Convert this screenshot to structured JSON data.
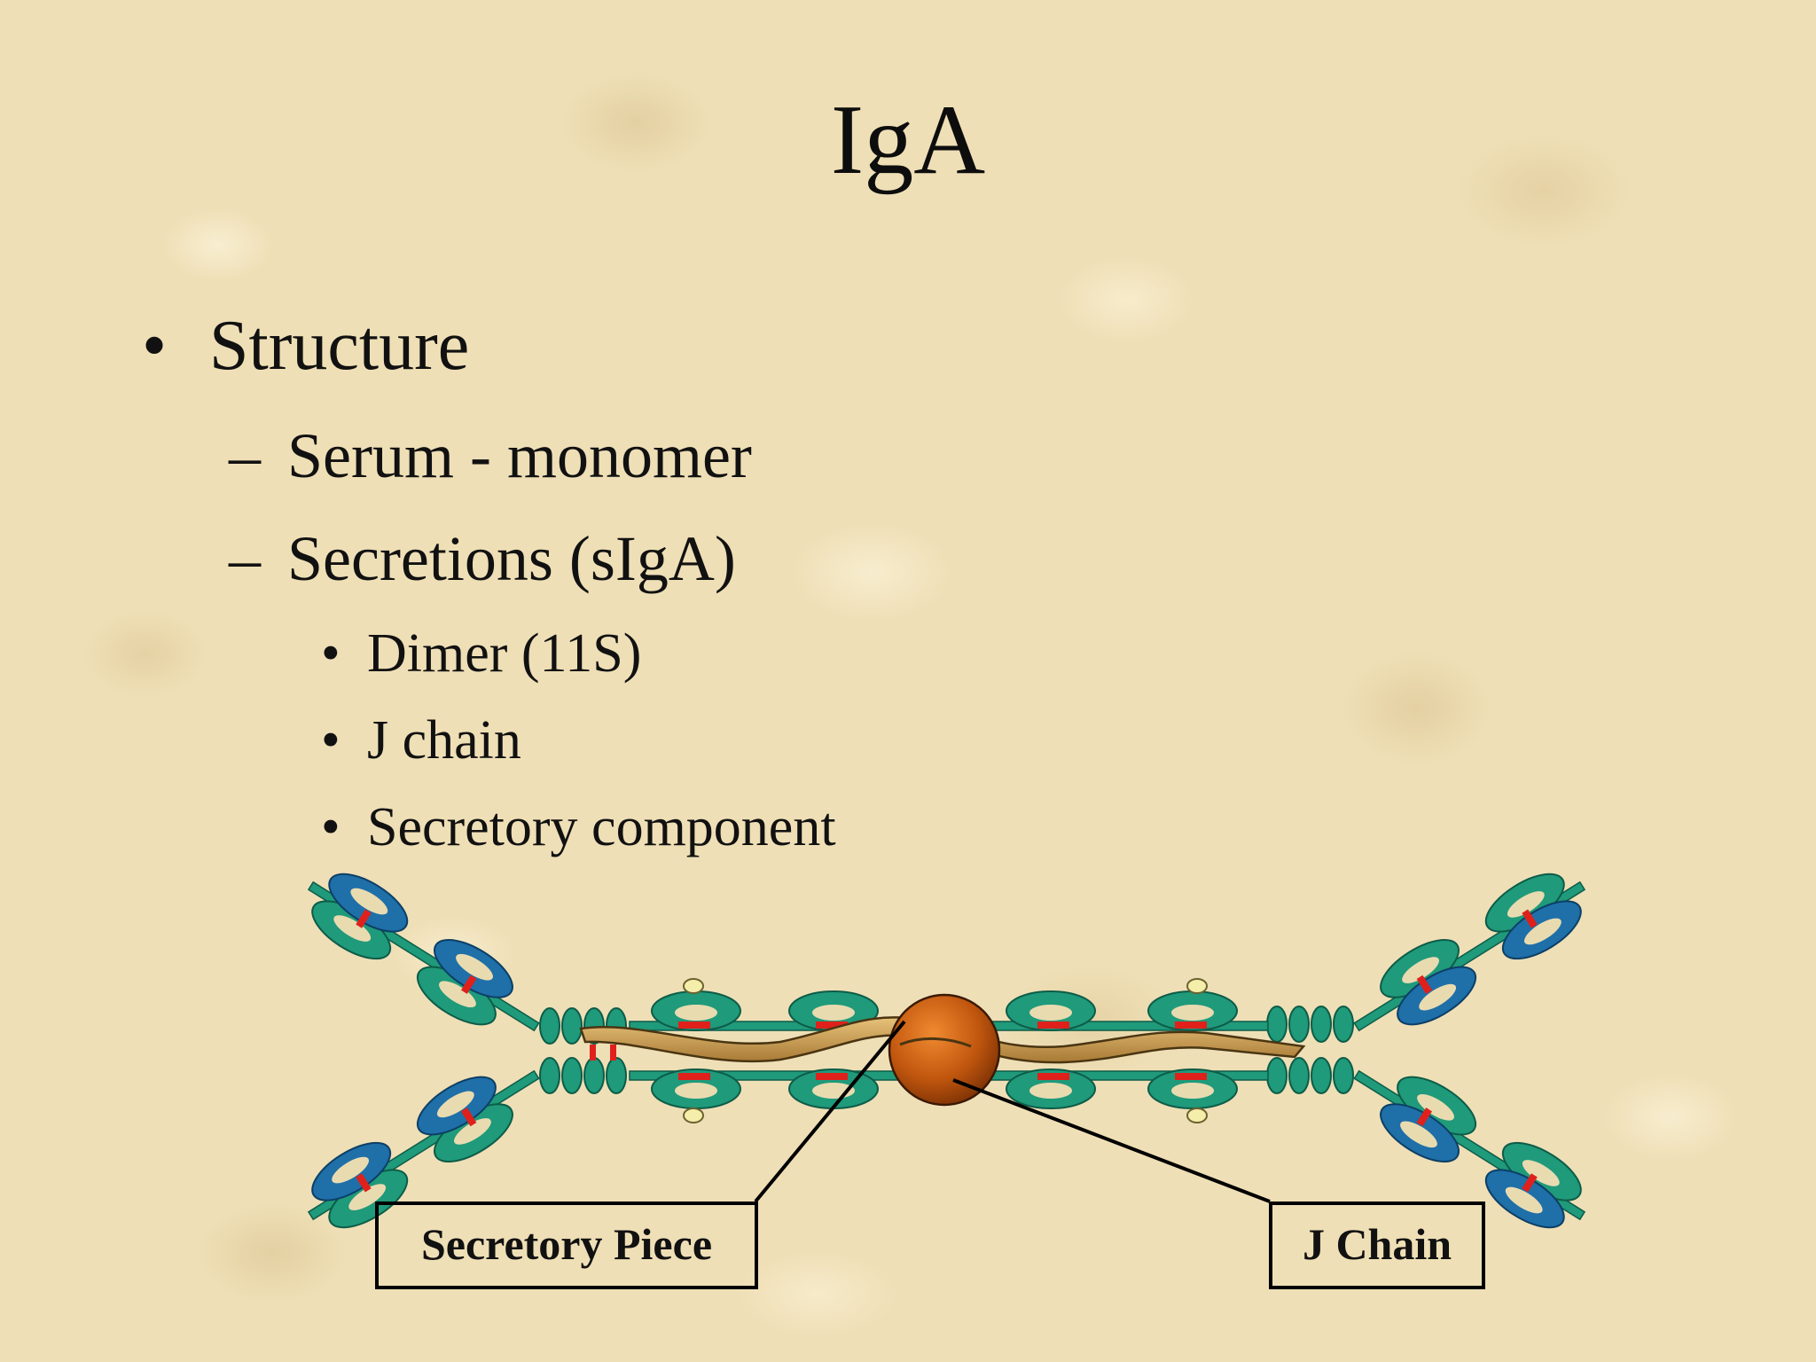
{
  "slide": {
    "title": "IgA",
    "bullets": {
      "level1": {
        "marker": "•",
        "text": "Structure"
      },
      "level2": [
        {
          "marker": "–",
          "text": "Serum - monomer"
        },
        {
          "marker": "–",
          "text": "Secretions (sIgA)"
        }
      ],
      "level3": [
        {
          "marker": "•",
          "text": "Dimer (11S)"
        },
        {
          "marker": "•",
          "text": "J chain"
        },
        {
          "marker": "•",
          "text": "Secretory component"
        }
      ]
    }
  },
  "diagram": {
    "labels": {
      "secretory_piece": "Secretory Piece",
      "j_chain": "J Chain"
    },
    "colors": {
      "heavy_chain": "#1f9a7a",
      "light_chain": "#1f6fa8",
      "disulfide": "#e0201b",
      "secretory_piece": "#c79a4e",
      "j_chain": "#c05a10",
      "glycan": "#f5eeaa"
    }
  }
}
